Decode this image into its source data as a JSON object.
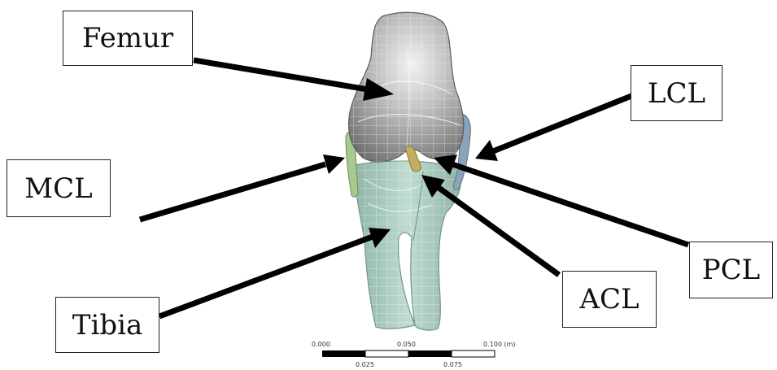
{
  "labels": {
    "femur": "Femur",
    "lcl": "LCL",
    "mcl": "MCL",
    "pcl": "PCL",
    "acl": "ACL",
    "tibia": "Tibia"
  },
  "scale_bar": {
    "top_ticks": [
      "0.000",
      "0.050",
      "0.100 (m)"
    ],
    "bottom_ticks": [
      "0.025",
      "0.075"
    ]
  },
  "colors": {
    "femur": "#8e8e8e",
    "tibia": "#9fc3b4",
    "mcl": "#a9c98f",
    "lcl": "#8aa3b8",
    "acl": "#c2ad62",
    "arrow": "#000000"
  }
}
